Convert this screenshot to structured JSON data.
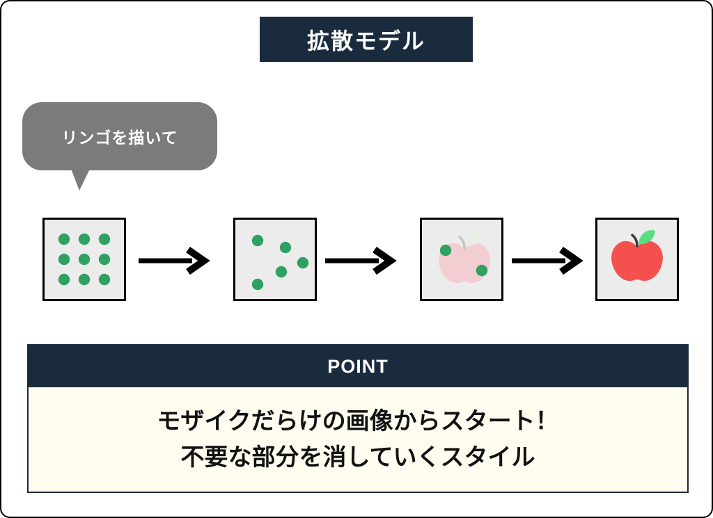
{
  "title": {
    "label": "拡散モデル"
  },
  "prompt_bubble": {
    "label": "リンゴを描いて"
  },
  "process": {
    "dot_color": "#2fa163",
    "dot_radius": 8.2,
    "box_fill": "#ececec",
    "box_border": "#000000",
    "arrow_color": "#000000",
    "stages": [
      {
        "name": "noise-grid",
        "dots": [
          [
            28,
            28
          ],
          [
            57,
            28
          ],
          [
            86,
            28
          ],
          [
            28,
            57
          ],
          [
            57,
            57
          ],
          [
            86,
            57
          ],
          [
            28,
            86
          ],
          [
            57,
            86
          ],
          [
            86,
            86
          ]
        ]
      },
      {
        "name": "scattered-noise",
        "dots": [
          [
            32,
            30
          ],
          [
            72,
            40
          ],
          [
            97,
            62
          ],
          [
            66,
            75
          ],
          [
            32,
            93
          ]
        ]
      },
      {
        "name": "faint-apple-with-noise",
        "dots": [
          [
            34,
            44
          ],
          [
            86,
            73
          ]
        ]
      },
      {
        "name": "finished-apple",
        "dots": []
      }
    ]
  },
  "point": {
    "header": "POINT",
    "lines": [
      "モザイクだらけの画像からスタート！",
      "不要な部分を消していくスタイル"
    ]
  },
  "colors": {
    "navy": "#1b2b3e",
    "bubble_gray": "#7b7b7b",
    "green_dot": "#2fa163",
    "cream": "#fffdf0",
    "apple_red": "#f4504e",
    "apple_leaf_green": "#55df80",
    "apple_stem_dark": "#3a3a3a",
    "apple_faint_pink": "#f2cdd2",
    "apple_faint_leaf": "#e7ece4",
    "apple_faint_stem": "#c4c4c8"
  }
}
